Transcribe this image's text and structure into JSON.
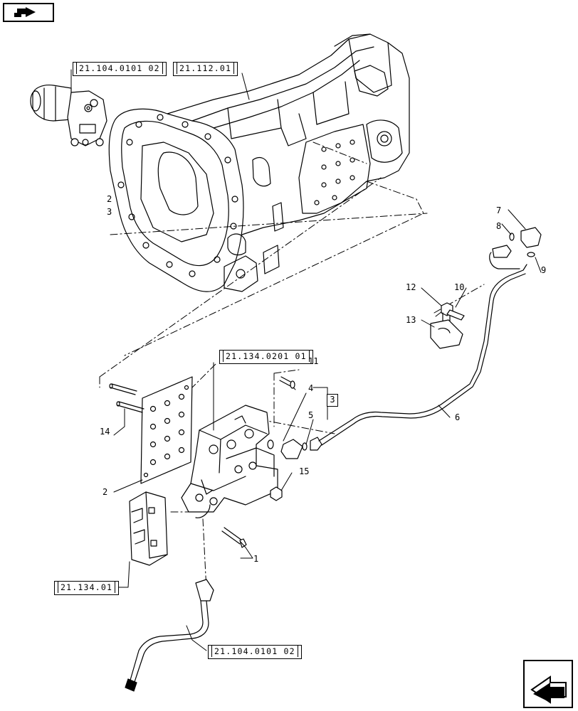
{
  "references": {
    "ref_top_left": "21.104.0101 02",
    "ref_top_center": "21.112.01",
    "ref_valve": "21.134.0201 01",
    "ref_left_bottom": "21.134.01",
    "ref_bottom": "21.104.0101 02"
  },
  "callouts": {
    "c1": "1",
    "c2": "2",
    "c3": "3",
    "c4": "4",
    "c5": "5",
    "c6": "6",
    "c7": "7",
    "c8": "8",
    "c9": "9",
    "c10": "10",
    "c11": "11",
    "c12": "12",
    "c13": "13",
    "c14": "14",
    "c15": "15",
    "c2_side": "2",
    "c3_side": "3"
  },
  "icons": {
    "top_nav": "tractor-back-icon",
    "bottom_nav": "next-page-arrow-icon"
  },
  "colors": {
    "line": "#000000",
    "background": "#ffffff"
  }
}
